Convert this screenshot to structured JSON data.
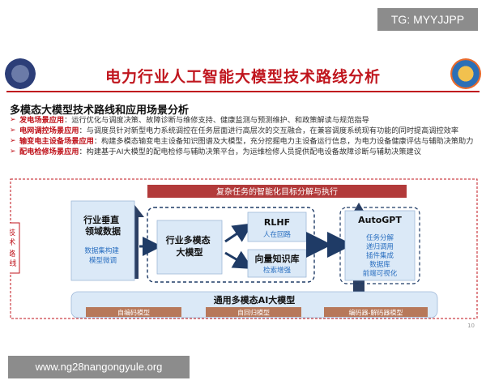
{
  "watermarks": {
    "top": "TG: MYYJJPP",
    "bottom": "www.ng28nangongyule.org"
  },
  "slide": {
    "title": "电力行业人工智能大模型技术路线分析",
    "page_number": "10"
  },
  "section": {
    "heading": "多模态大模型技术路线和应用场景分析"
  },
  "bullets": [
    {
      "label": "发电场景应用",
      "text": "：运行优化与调度决策、故障诊断与维修支持、健康监测与预测维护、和政策解读与规范指导"
    },
    {
      "label": "电网调控场景应用",
      "text": "：与调度员针对新型电力系统调控在任务层面进行高层次的交互融合，在兼容调度系统现有功能的同时提高调控效率"
    },
    {
      "label": "输变电主设备场景应用",
      "text": "：构建多模态输变电主设备知识图谱及大模型，充分挖掘电力主设备运行信息，为电力设备健康评估与辅助决策助力"
    },
    {
      "label": "配电检修场景应用",
      "text": "：构建基于AI大模型的配电检修与辅助决策平台，为运维检修人员提供配电设备故障诊断与辅助决策建议"
    }
  ],
  "diagram": {
    "side_label": "技术路线",
    "top_banner": "复杂任务的智能化目标分解与执行",
    "industry_data": {
      "title": "行业垂直领域数据",
      "subtitle": "数据集构建模型微调"
    },
    "core_model": "行业多模态大模型",
    "rlhf": {
      "title": "RLHF",
      "subtitle": "人在回路"
    },
    "knowledge": {
      "title": "向量知识库",
      "subtitle": "检索增强"
    },
    "autogpt": {
      "title": "AutoGPT",
      "items": [
        "任务分解",
        "递归调用",
        "插件集成",
        "数据库",
        "前端可视化"
      ]
    },
    "base_model": {
      "title": "通用多模态AI大模型",
      "types": [
        "自编码模型",
        "自回归模型",
        "编码器-解码器模型"
      ]
    }
  },
  "colors": {
    "accent_red": "#c0161e",
    "navy": "#1f3b66",
    "light_blue": "#dbe9f7",
    "sub_blue": "#2a6fc0"
  }
}
